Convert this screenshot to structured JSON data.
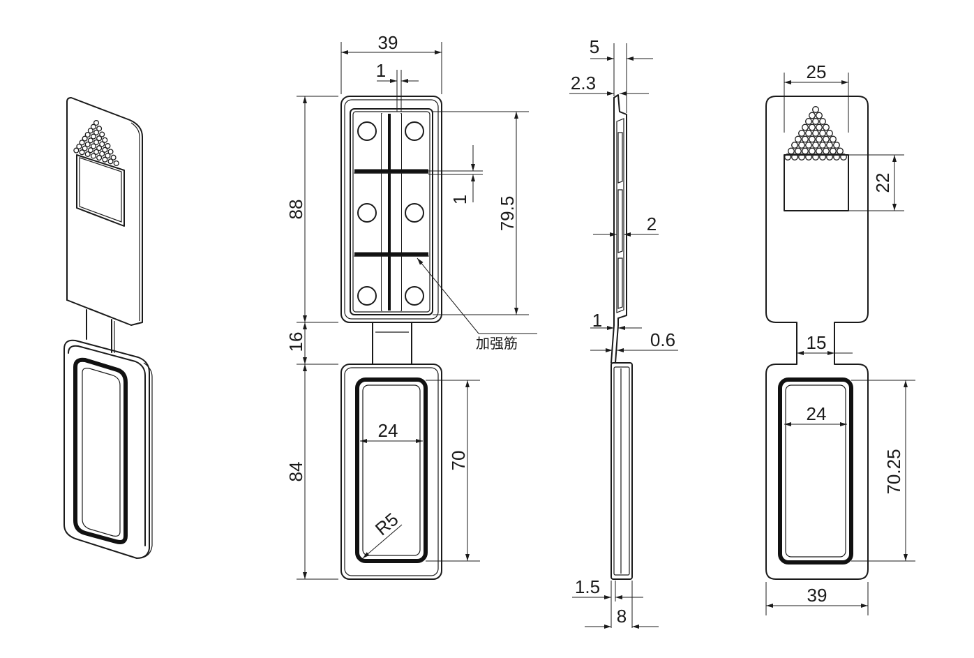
{
  "palette": {
    "line": "#1a1a1a",
    "background": "#ffffff"
  },
  "front_view": {
    "overall_width": "39",
    "rib_width": "1",
    "top_height": "88",
    "inner_height": "79.5",
    "rib_gap": "1",
    "neck_height": "16",
    "bottom_height": "84",
    "window_height": "70",
    "window_width": "24",
    "corner_radius": "R5",
    "rib_label": "加强筋"
  },
  "side_view": {
    "top_thickness": "5",
    "top_step": "2.3",
    "plate": "2",
    "neck_step": "1",
    "neck_thickness": "0.6",
    "bottom_step": "1.5",
    "bottom_thickness": "8"
  },
  "back_view": {
    "logo_width": "25",
    "window_height": "22",
    "neck_width": "15",
    "inner_width": "24",
    "inner_height": "70.25",
    "overall_width": "39"
  }
}
